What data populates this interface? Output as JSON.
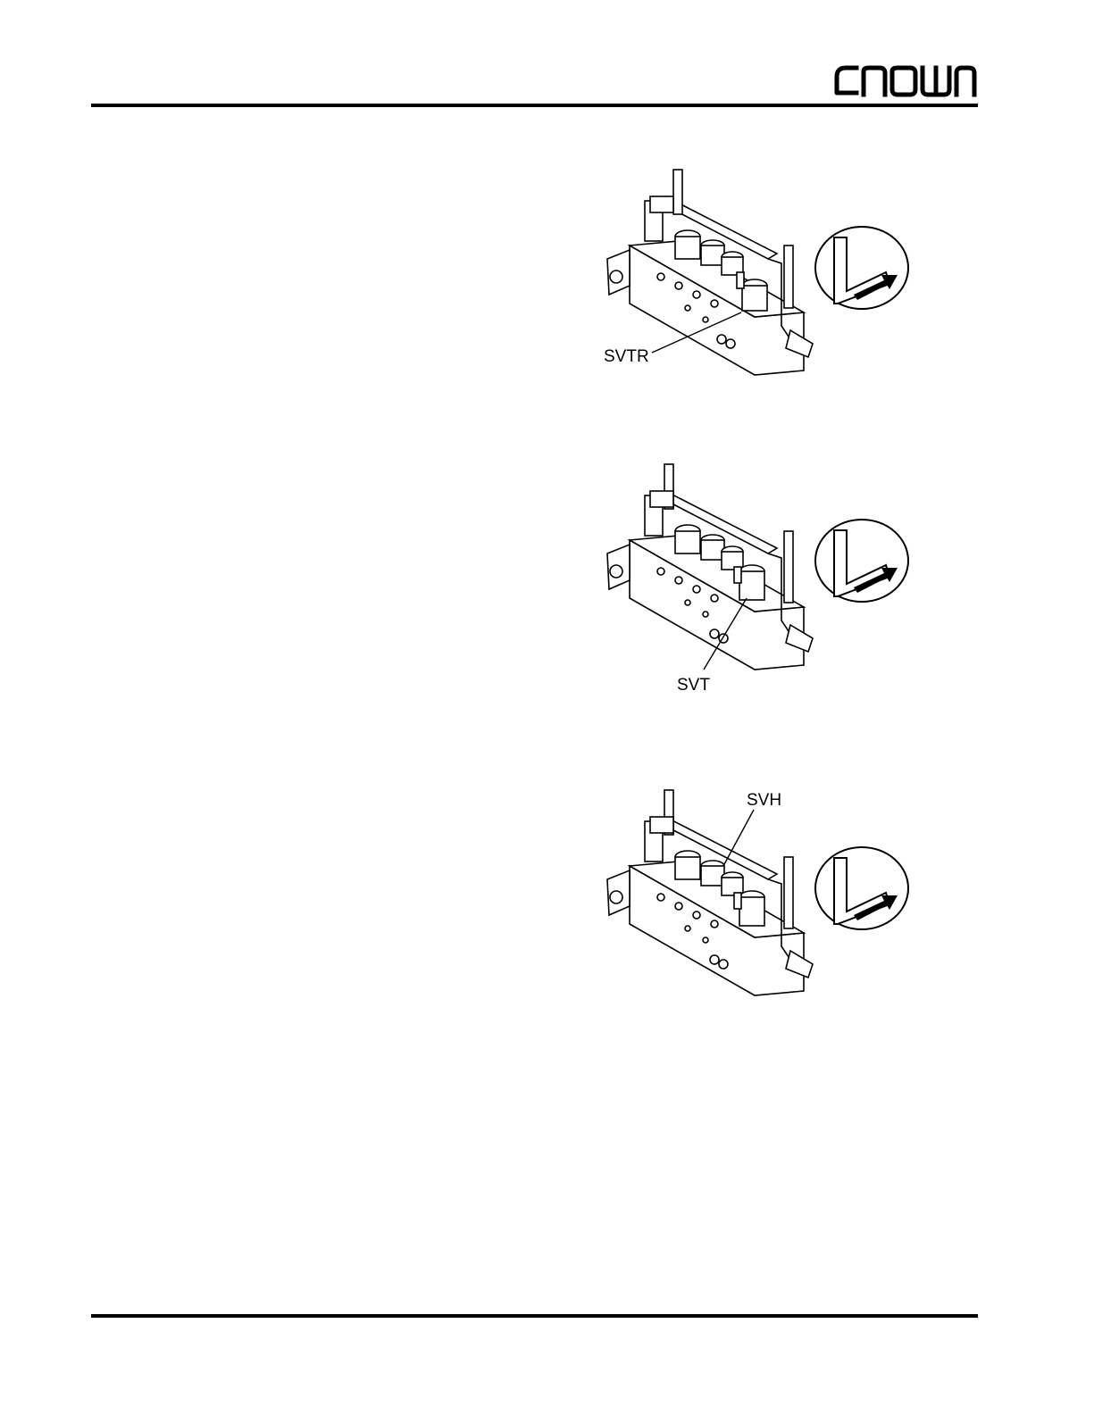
{
  "brand": {
    "logo_text": "CROWN"
  },
  "figures": [
    {
      "callout": "SVTR",
      "icon": "fork-tilt-arrow-icon"
    },
    {
      "callout": "SVT",
      "icon": "fork-tilt-arrow-icon"
    },
    {
      "callout": "SVH",
      "icon": "fork-tilt-arrow-icon"
    }
  ]
}
